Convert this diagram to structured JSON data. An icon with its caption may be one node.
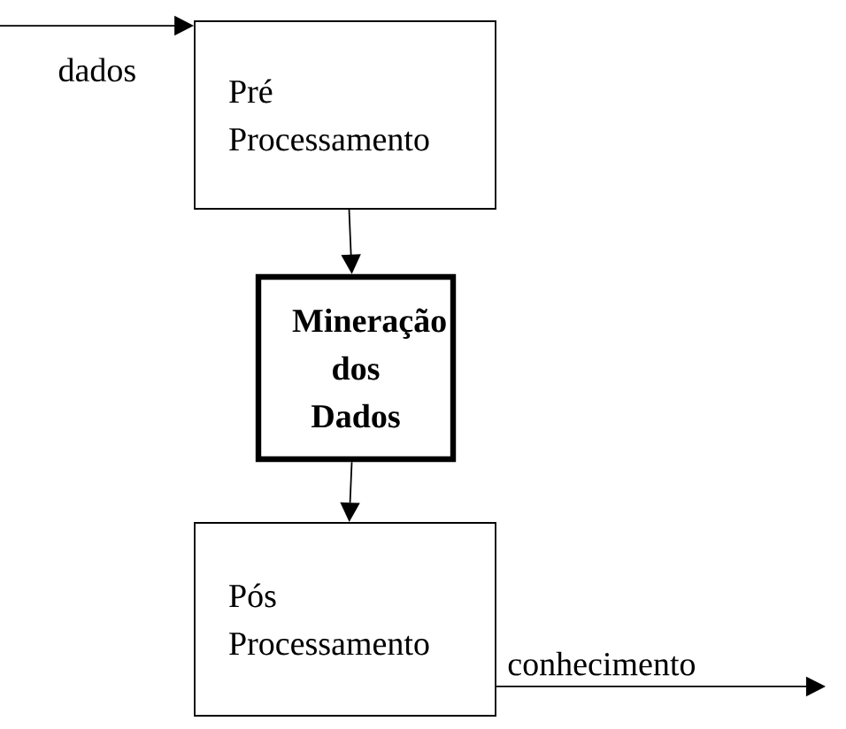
{
  "diagram": {
    "nodes": [
      {
        "text": [
          "Pré Processamento"
        ]
      },
      {
        "text": [
          "Mineração dos Dados"
        ]
      },
      {
        "text": [
          "Pós Processamento"
        ]
      }
    ],
    "edges": [
      {
        "from": null,
        "to": 0,
        "arrow": "to",
        "label": "dados"
      },
      {
        "from": 0,
        "to": 1,
        "arrow": "to"
      },
      {
        "from": 1,
        "to": 2,
        "arrow": "to"
      },
      {
        "from": 2,
        "to": null,
        "arrow": "to",
        "label": "conhecimento"
      }
    ]
  }
}
